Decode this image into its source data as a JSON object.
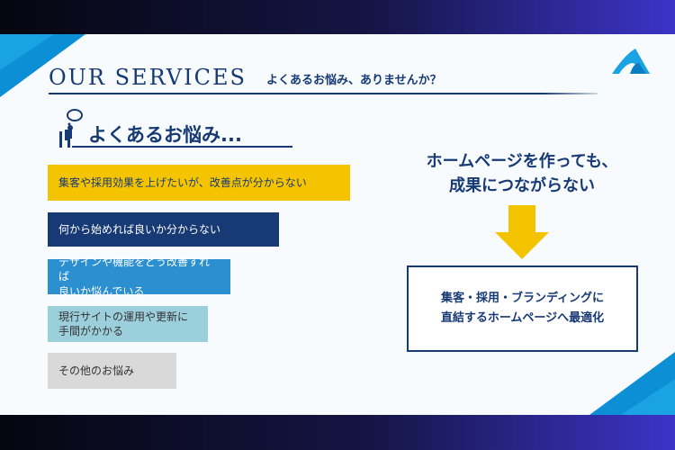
{
  "header": {
    "title": "OUR SERVICES",
    "subtitle": "よくあるお悩み、ありませんか？"
  },
  "section": {
    "heading": "よくあるお悩み..."
  },
  "concerns": [
    {
      "label": "集客や採用効果を上げたいが、改善点が分からない",
      "color": "#f5c400"
    },
    {
      "label": "何から始めれば良いか分からない",
      "color": "#173a74"
    },
    {
      "label": "デザインや機能をどう改善すれば\n良いか悩んでいる",
      "color": "#2b8fd0"
    },
    {
      "label": "現行サイトの運用や更新に\n手間がかかる",
      "color": "#9ccfdc"
    },
    {
      "label": "その他のお悩み",
      "color": "#d9d9d9"
    }
  ],
  "message": {
    "line1": "ホームページを作っても、",
    "line2": "成果につながらない"
  },
  "solution": {
    "line1": "集客・採用・ブランディングに",
    "line2": "直結するホームページへ最適化"
  }
}
